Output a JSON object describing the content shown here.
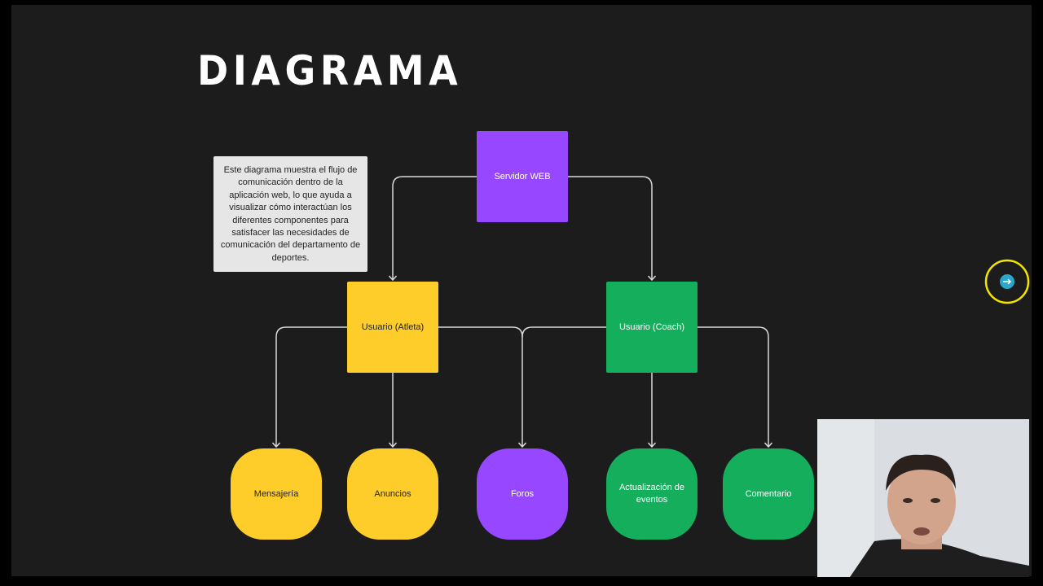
{
  "title": "DIAGRAMA",
  "note": "Este diagrama muestra el flujo de comunicación dentro de la aplicación web, lo que ayuda a visualizar cómo interactúan los diferentes componentes para satisfacer las necesidades de comunicación del departamento de deportes.",
  "nodes": {
    "server": "Servidor WEB",
    "athlete": "Usuario (Atleta)",
    "coach": "Usuario (Coach)",
    "messaging": "Mensajería",
    "announcements": "Anuncios",
    "forums": "Foros",
    "events": "Actualización de eventos",
    "comment": "Comentario"
  },
  "colors": {
    "purple": "#9747ff",
    "yellow": "#ffcd29",
    "green": "#14ae5c",
    "background": "#1c1c1c",
    "connector": "#d9d9d9"
  },
  "icons": {
    "cursor": "cursor-highlight-icon",
    "webcam": "webcam-presenter"
  }
}
